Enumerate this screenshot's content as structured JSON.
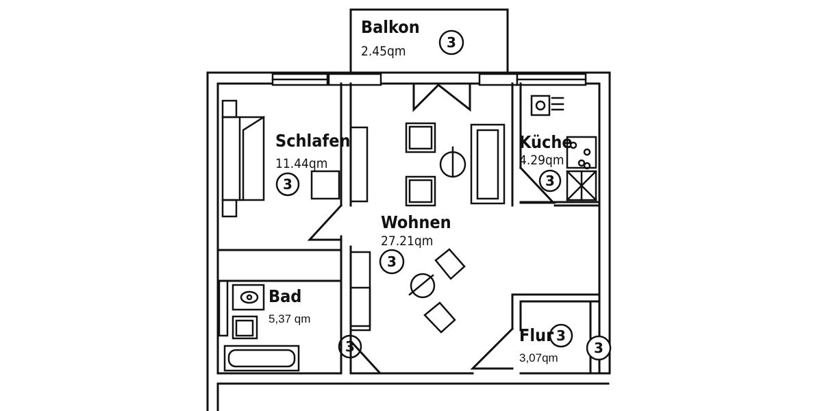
{
  "rooms": {
    "balkon": {
      "name": "Balkon",
      "area": "2.45qm",
      "badge": "3"
    },
    "schlafen": {
      "name": "Schlafen",
      "area": "11.44qm",
      "badge": "3"
    },
    "kueche": {
      "name": "Küche",
      "area": "4.29qm",
      "badge": "3"
    },
    "wohnen": {
      "name": "Wohnen",
      "area": "27.21qm",
      "badge": "3"
    },
    "bad": {
      "name": "Bad",
      "area": "5,37 qm"
    },
    "flur": {
      "name": "Flur",
      "area": "3,07qm",
      "badge": "3"
    }
  },
  "door_badges": {
    "bad_door": "3",
    "entrance": "3"
  },
  "colors": {
    "ink": "#111111",
    "paper": "#ffffff"
  }
}
